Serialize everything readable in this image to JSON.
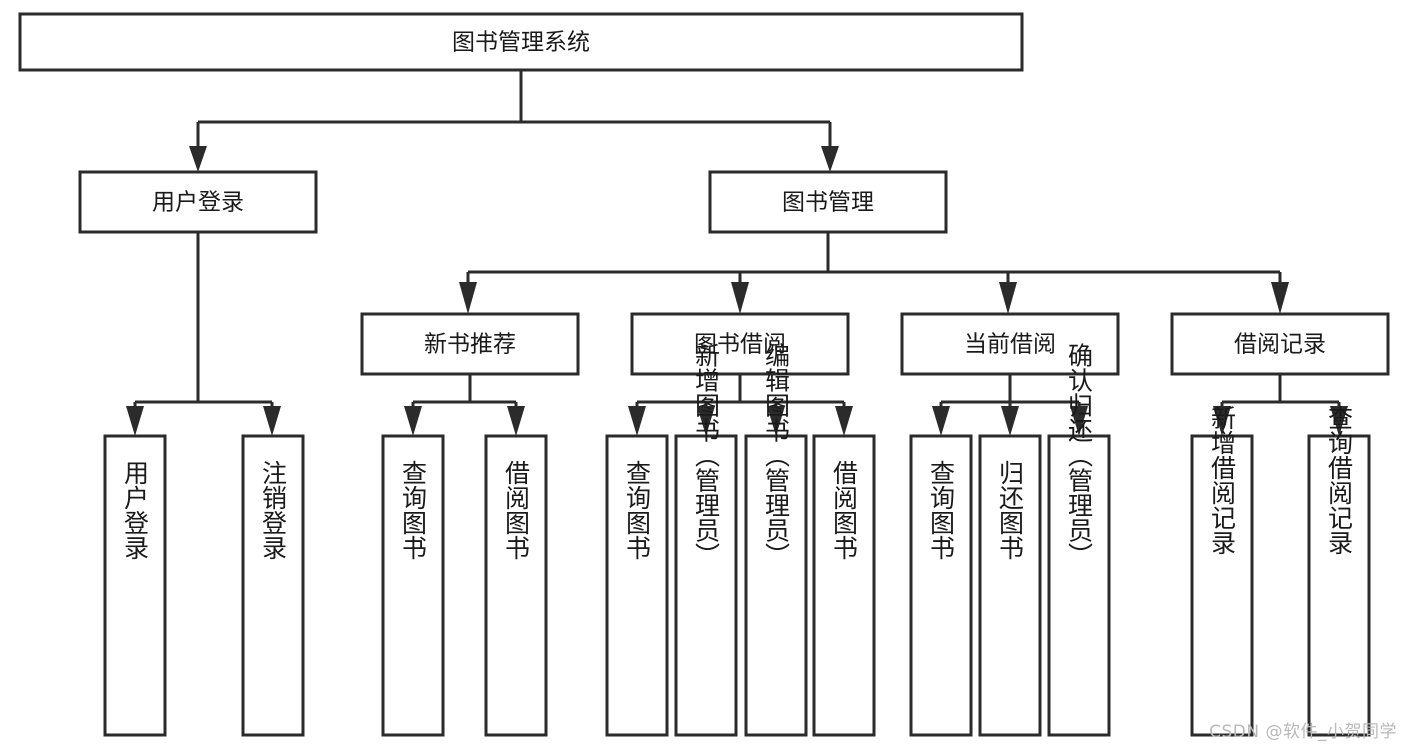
{
  "diagram": {
    "title": "图书管理系统",
    "type": "tree-hierarchy-flowchart",
    "root": {
      "id": "root",
      "label": "图书管理系统"
    },
    "level2": [
      {
        "id": "user-login",
        "label": "用户登录"
      },
      {
        "id": "book-management",
        "label": "图书管理"
      }
    ],
    "level3": [
      {
        "id": "new-book-recommend",
        "label": "新书推荐"
      },
      {
        "id": "book-borrow",
        "label": "图书借阅"
      },
      {
        "id": "current-borrow",
        "label": "当前借阅"
      },
      {
        "id": "borrow-record",
        "label": "借阅记录"
      }
    ],
    "leaves": {
      "user-login": [
        {
          "id": "leaf-user-login",
          "label": "用户登录"
        },
        {
          "id": "leaf-logout-login",
          "label": "注销登录"
        }
      ],
      "new-book-recommend": [
        {
          "id": "leaf-query-book-1",
          "label": "查询图书"
        },
        {
          "id": "leaf-borrow-book-1",
          "label": "借阅图书"
        }
      ],
      "book-borrow": [
        {
          "id": "leaf-query-book-2",
          "label": "查询图书"
        },
        {
          "id": "leaf-add-book-admin",
          "label": "新增图书（管理员）"
        },
        {
          "id": "leaf-edit-book-admin",
          "label": "编辑图书（管理员）"
        },
        {
          "id": "leaf-borrow-book-2",
          "label": "借阅图书"
        }
      ],
      "current-borrow": [
        {
          "id": "leaf-query-book-3",
          "label": "查询图书"
        },
        {
          "id": "leaf-return-book",
          "label": "归还图书"
        },
        {
          "id": "leaf-confirm-return-admin",
          "label": "确认归还（管理员）"
        }
      ],
      "borrow-record": [
        {
          "id": "leaf-add-borrow-record",
          "label": "新增借阅记录"
        },
        {
          "id": "leaf-query-borrow-record",
          "label": "查询借阅记录"
        }
      ]
    }
  },
  "watermark": {
    "text": "CSDN @软件_小贺同学"
  },
  "colors": {
    "stroke": "#2b2b2b",
    "fill": "#ffffff",
    "text": "#1a1a1a",
    "watermark": "#b9b9b9"
  }
}
